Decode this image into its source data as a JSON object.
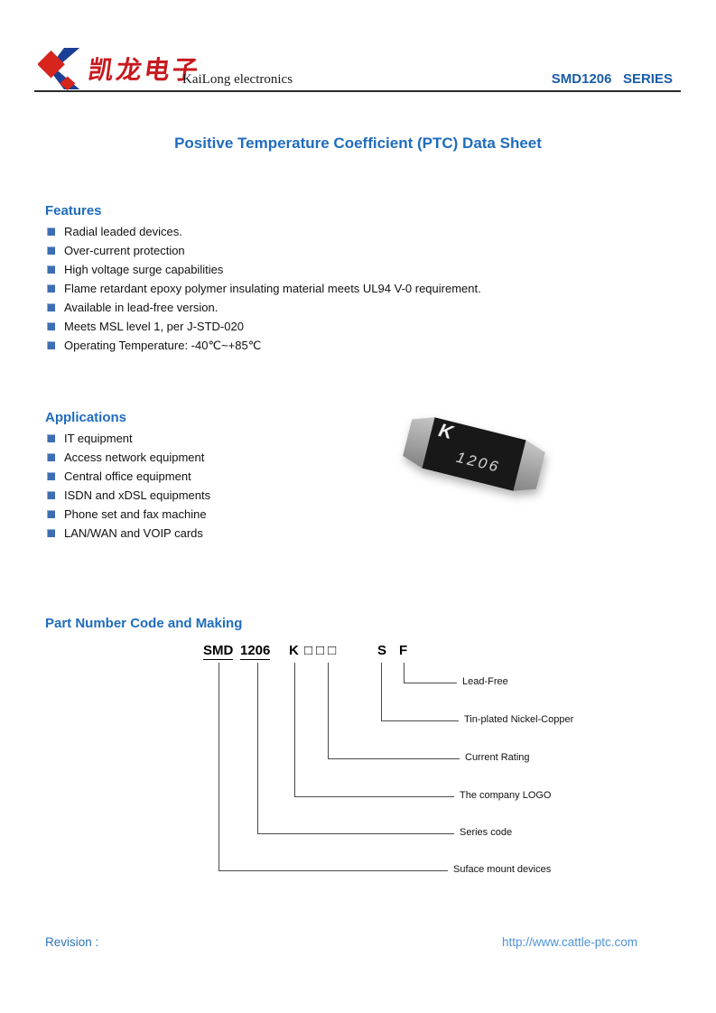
{
  "header": {
    "logo_chinese": "凯龙电子",
    "logo_english": "KaiLong electronics",
    "series": "SMD1206   SERIES"
  },
  "title": "Positive Temperature Coefficient (PTC) Data Sheet",
  "features": {
    "heading": "Features",
    "items": [
      "Radial leaded devices.",
      "Over-current protection",
      "High voltage surge capabilities",
      "Flame retardant epoxy polymer insulating material meets UL94 V-0 requirement.",
      "Available in lead-free version.",
      "Meets MSL level 1, per J-STD-020",
      "Operating Temperature: -40℃~+85℃"
    ]
  },
  "applications": {
    "heading": "Applications",
    "items": [
      "IT equipment",
      "Access network equipment",
      "Central office equipment",
      "ISDN and xDSL equipments",
      "Phone set and fax machine",
      "LAN/WAN and VOIP cards"
    ]
  },
  "component_image": {
    "marking_logo": "K",
    "marking_series": "1206"
  },
  "part_number": {
    "heading": "Part Number Code and Making",
    "segments": [
      "SMD",
      "1206",
      "K",
      "□□□",
      "S",
      "F"
    ],
    "labels": [
      "Lead-Free",
      "Tin-plated Nickel-Copper",
      "Current Rating",
      "The company LOGO",
      "Series code",
      "Suface mount devices"
    ]
  },
  "footer": {
    "revision": "Revision :",
    "url": "http://www.cattle-ptc.com"
  },
  "colors": {
    "accent_blue": "#1F6CBE",
    "series_blue": "#1A5CA8",
    "link_blue": "#4E93D9",
    "logo_red": "#C8191E",
    "bullet_blue": "#3D6EB4"
  }
}
